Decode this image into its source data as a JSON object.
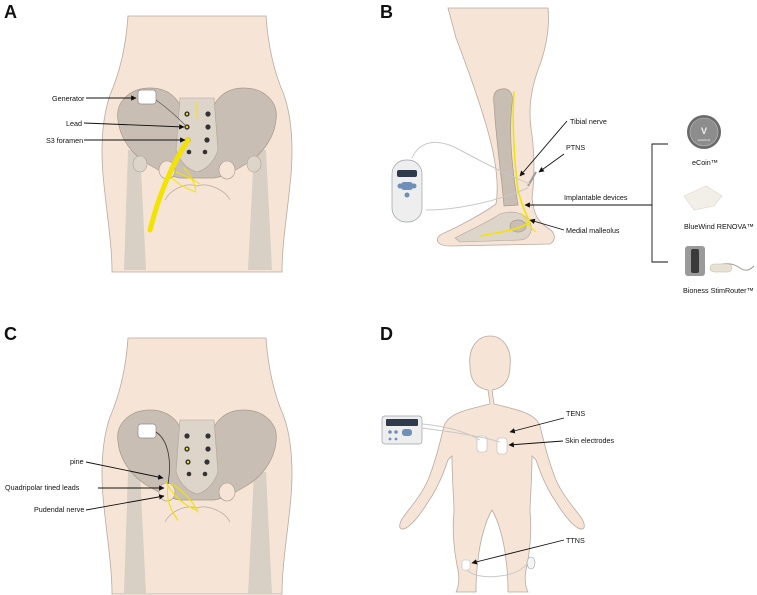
{
  "panels": {
    "A": {
      "letter": "A",
      "labels": {
        "generator": "Generator",
        "lead": "Lead",
        "s3": "S3 foramen"
      }
    },
    "B": {
      "letter": "B",
      "labels": {
        "tibial": "Tibial nerve",
        "ptns": "PTNS",
        "implantable": "Implantable devices",
        "malleolus": "Medial malleolus",
        "ecoin": "eCoin™",
        "bluewind": "BlueWind RENOVA™",
        "bioness": "Bioness StimRouter™"
      },
      "ecoin_logo": {
        "letter": "V",
        "text": "VALENCIA"
      }
    },
    "C": {
      "letter": "C",
      "labels": {
        "pine": "pine",
        "quad": "Quadripolar tined leads",
        "pudendal": "Pudendal nerve"
      }
    },
    "D": {
      "letter": "D",
      "labels": {
        "tens": "TENS",
        "skin": "Skin electrodes",
        "ttns": "TTNS"
      }
    }
  },
  "colors": {
    "skin": "#f6e5d6",
    "bone": "#c9beb3",
    "nerve": "#f2e300",
    "device": "#2f3a4a"
  }
}
